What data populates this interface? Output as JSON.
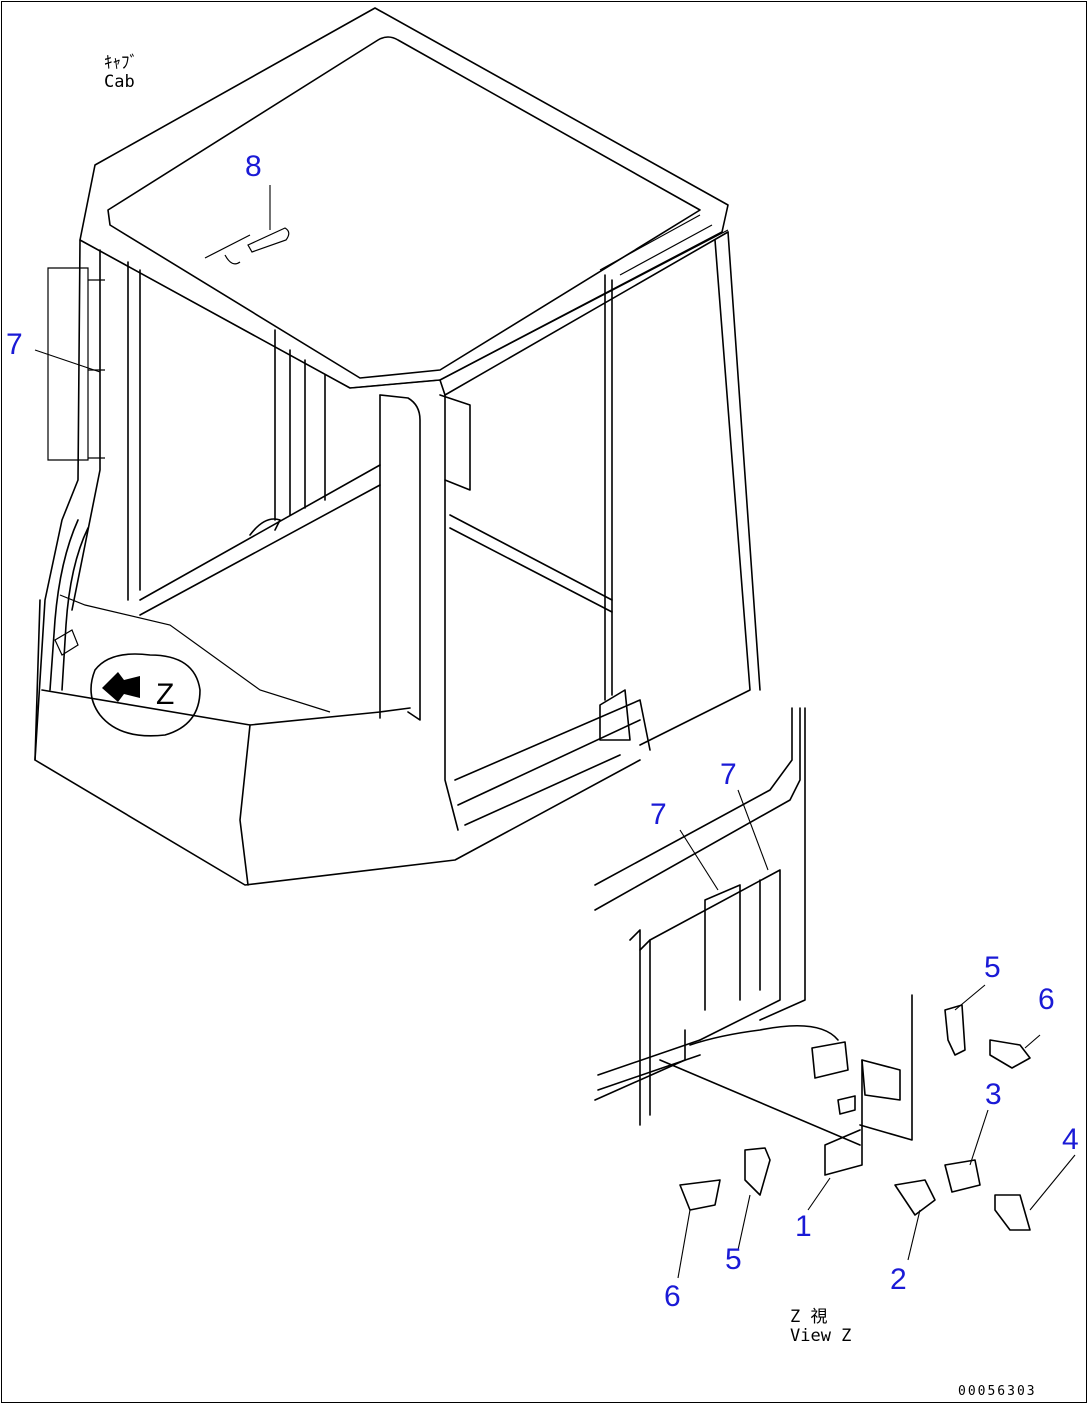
{
  "cab_caption": {
    "line1": "ｷｬﾌﾞ",
    "line2": "Cab"
  },
  "view_caption": {
    "line1": "Z 視",
    "line2": "View Z"
  },
  "z_marker": "Z",
  "drawing_code": "00056303",
  "callouts": {
    "c8": "8",
    "c7_left": "7",
    "c7_mid": "7",
    "c7_right": "7",
    "c5_top": "5",
    "c6_top": "6",
    "c3": "3",
    "c4": "4",
    "c1": "1",
    "c2": "2",
    "c5_bottom": "5",
    "c6_bottom": "6"
  },
  "colors": {
    "callout": "#1a1ad6",
    "line": "#000000"
  }
}
